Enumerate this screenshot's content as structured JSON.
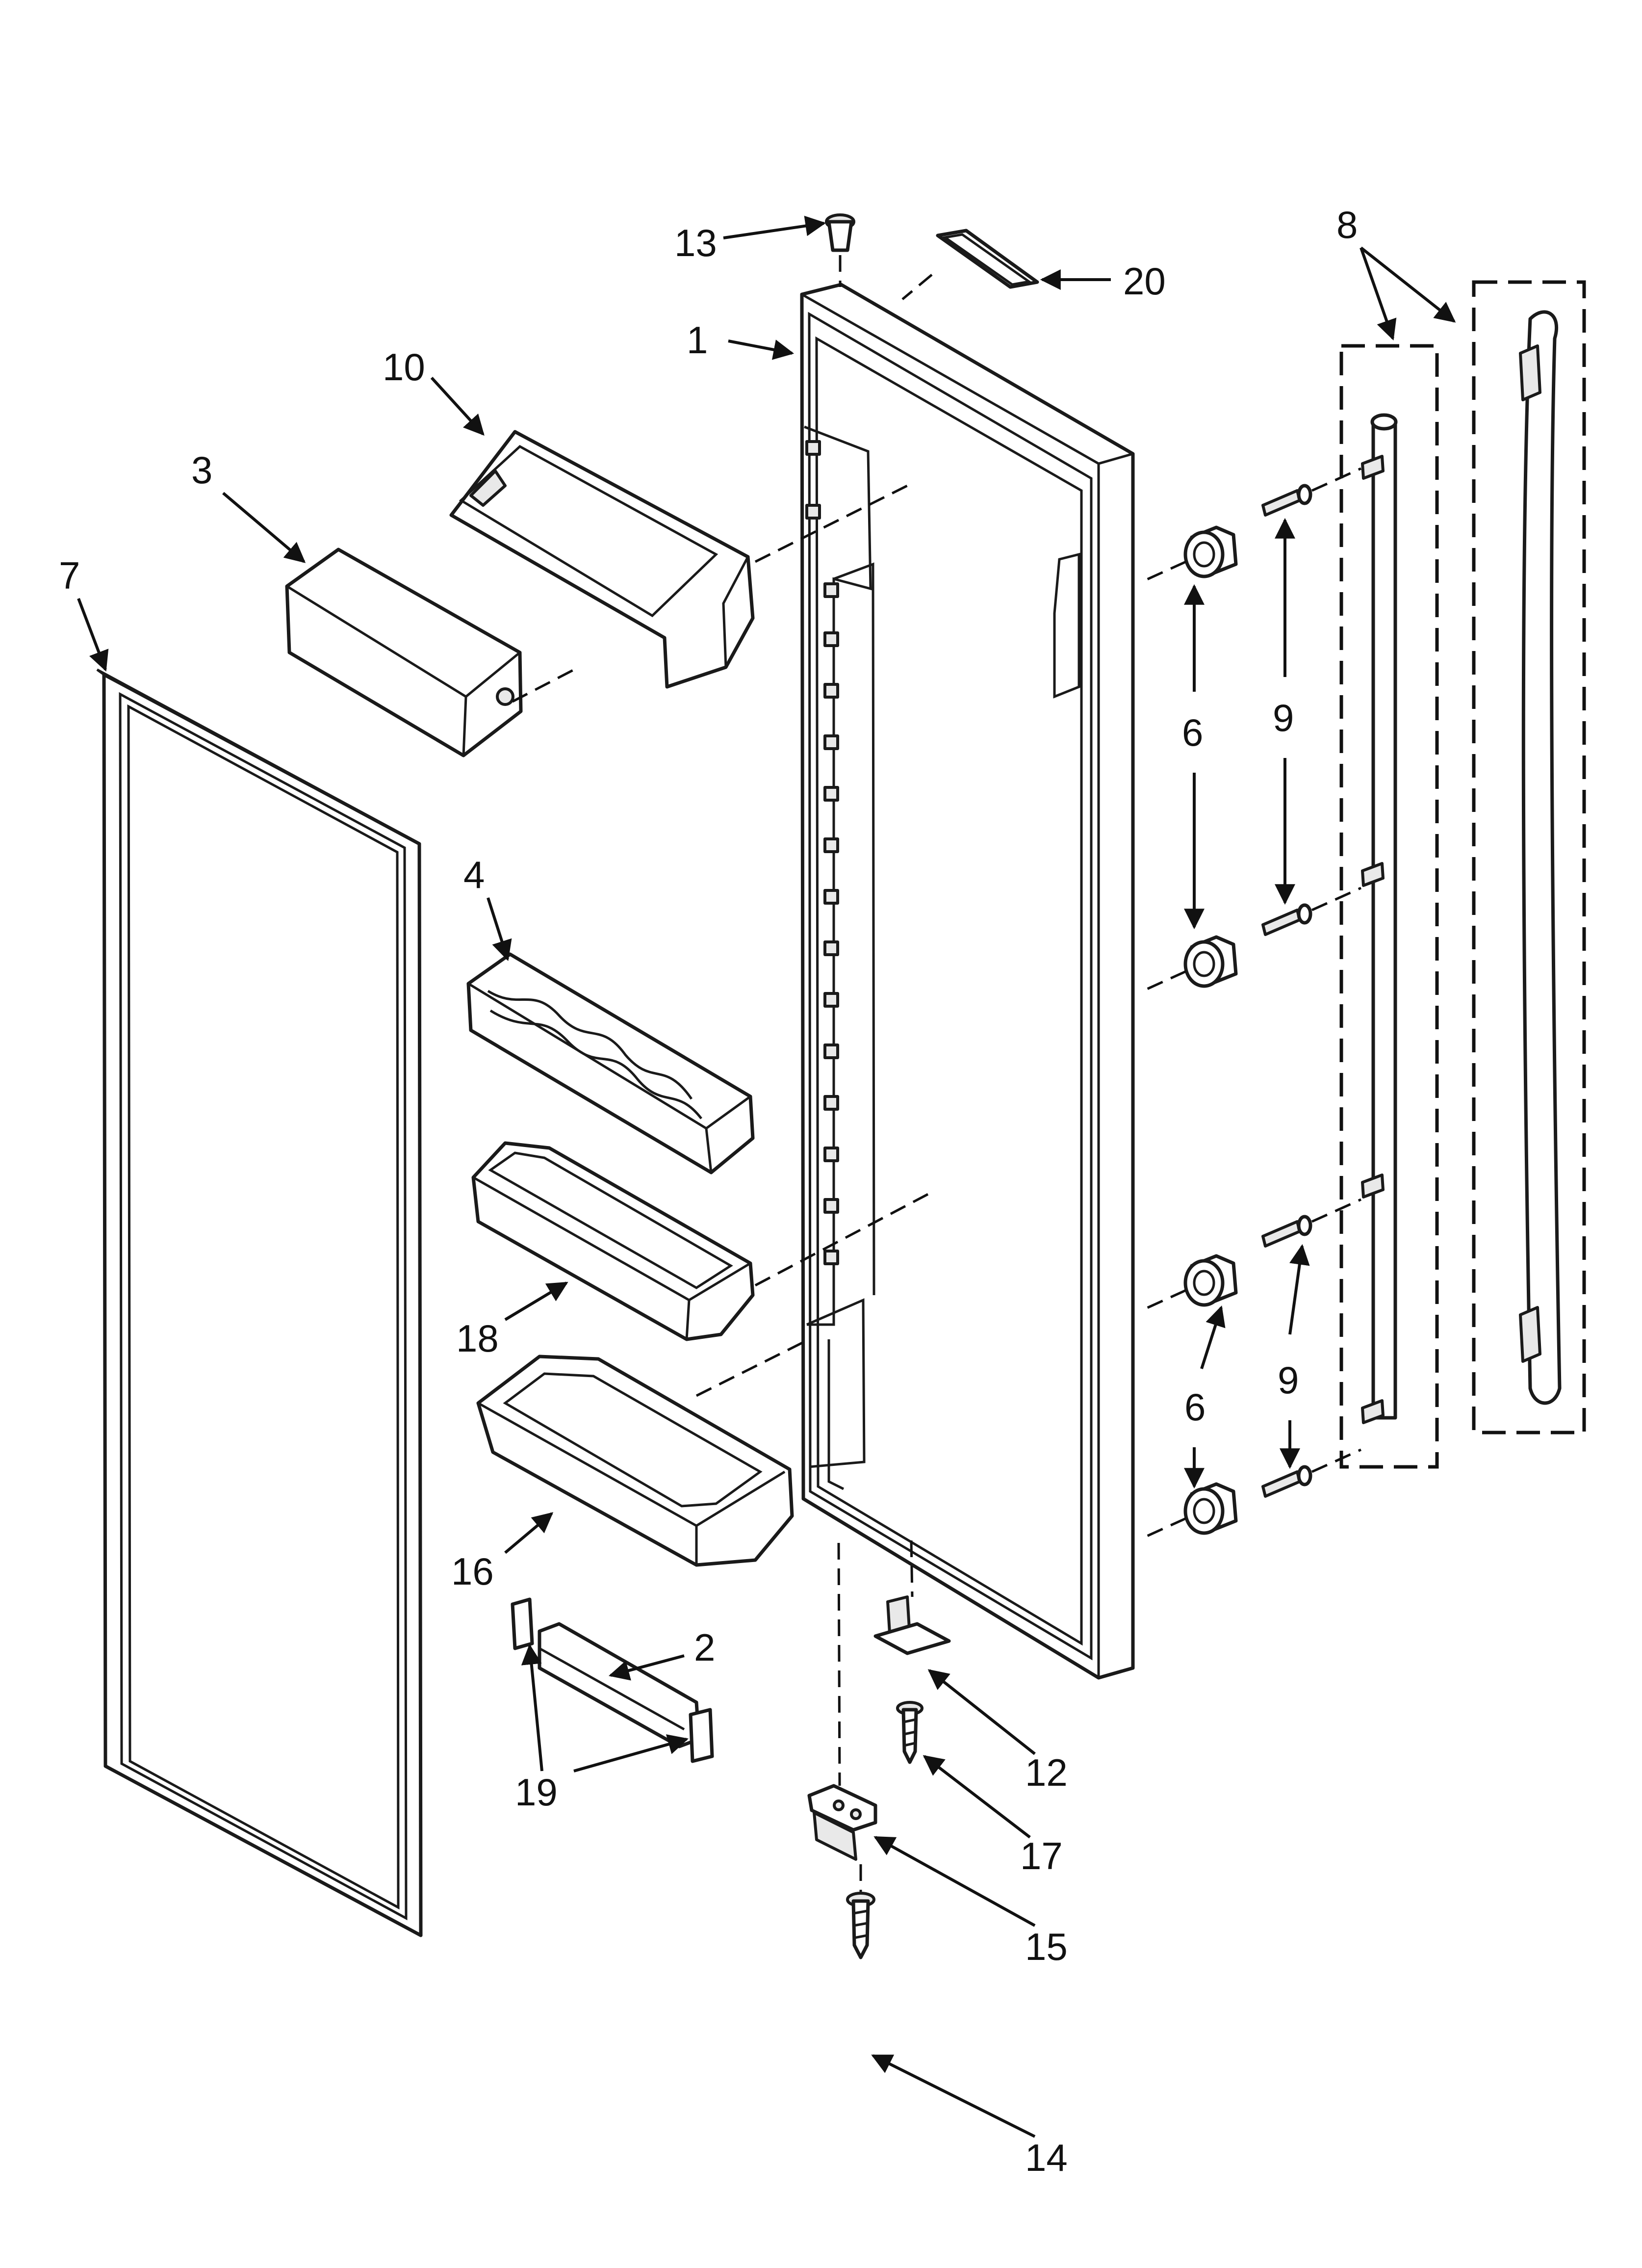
{
  "diagram": {
    "callouts": [
      "1",
      "2",
      "3",
      "4",
      "6",
      "6",
      "6",
      "6",
      "7",
      "8",
      "9",
      "9",
      "9",
      "9",
      "10",
      "12",
      "13",
      "14",
      "15",
      "16",
      "17",
      "18",
      "19",
      "20"
    ],
    "parts": {
      "door_liner": "1",
      "shelf_rail": "2",
      "dairy_door": "3",
      "egg_tray": "4",
      "handle_spacer": "6",
      "door_gasket": "7",
      "handle": "8",
      "handle_screw": "9",
      "dairy_bin": "10",
      "hinge_bushing": "12",
      "top_hinge_pin": "13",
      "hinge_screw": "14",
      "bottom_hinge": "15",
      "door_bin_large": "16",
      "hinge_screw_small": "17",
      "door_bin_small": "18",
      "rail_clip": "19",
      "label_plate": "20"
    }
  }
}
